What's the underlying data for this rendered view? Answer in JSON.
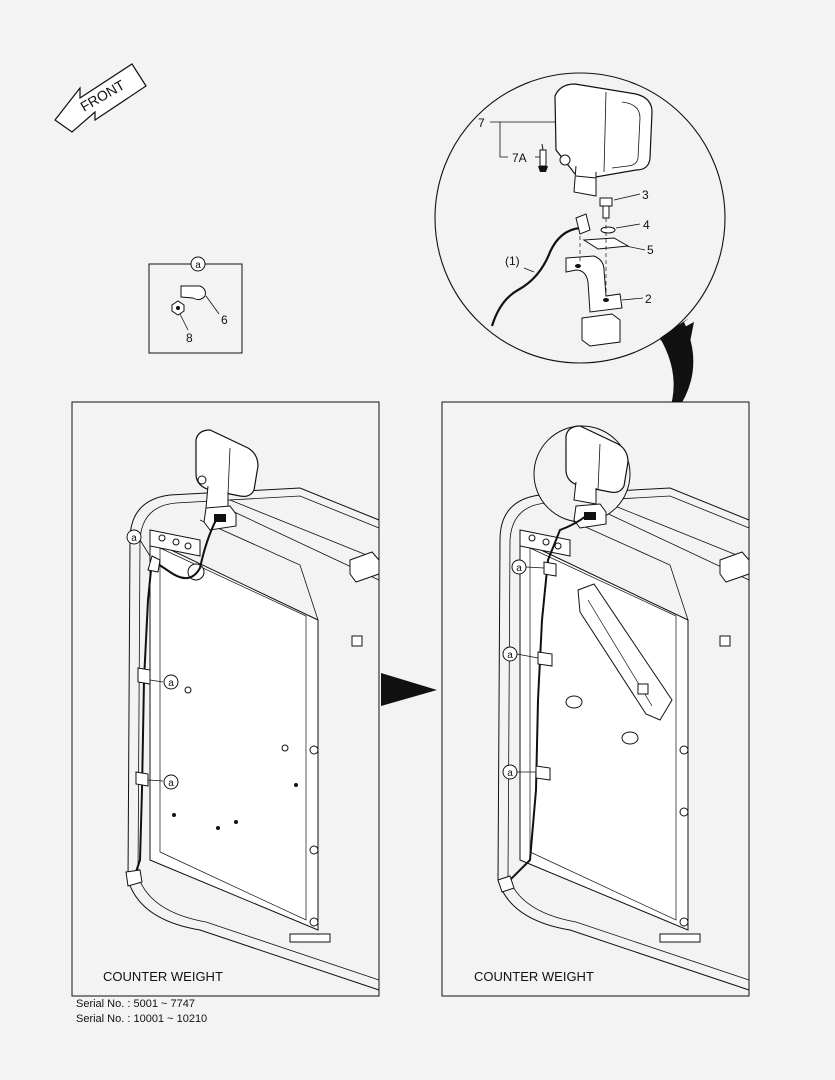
{
  "front_arrow": {
    "label": "FRONT"
  },
  "detail_a": {
    "callout": "a",
    "parts": [
      "6",
      "8"
    ]
  },
  "detail_lamp": {
    "parts": [
      "7",
      "7A",
      "3",
      "4",
      "5",
      "2",
      "(1)"
    ]
  },
  "panel_left": {
    "caption": "COUNTER WEIGHT",
    "callouts": [
      "a",
      "a",
      "a"
    ]
  },
  "panel_right": {
    "caption": "COUNTER WEIGHT",
    "callouts": [
      "a",
      "a",
      "a"
    ]
  },
  "serials": [
    "Serial No. : 5001 ~ 7747",
    "Serial No. : 10001 ~ 10210"
  ]
}
